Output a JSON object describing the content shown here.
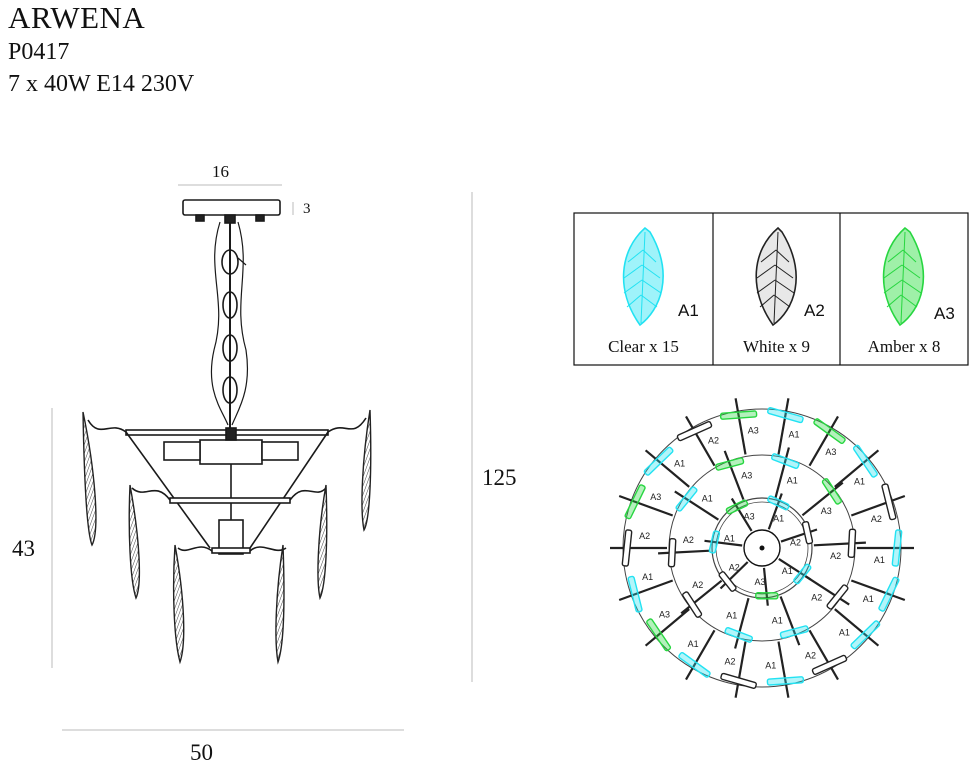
{
  "product": {
    "name": "ARWENA",
    "code": "P0417",
    "spec": "7 x 40W E14 230V"
  },
  "dimensions": {
    "canopy_width": "16",
    "canopy_height": "3",
    "body_height": "43",
    "total_height": "125",
    "diameter": "50"
  },
  "legend": {
    "items": [
      {
        "code": "A1",
        "label": "Clear  x 15",
        "color": "#22e2f2"
      },
      {
        "code": "A2",
        "label": "White x 9",
        "color": "#222222"
      },
      {
        "code": "A3",
        "label": "Amber x 8",
        "color": "#27d640"
      }
    ]
  },
  "plan_view": {
    "outer_ring": [
      "A1",
      "A3",
      "A1",
      "A2",
      "A1",
      "A1",
      "A1",
      "A2",
      "A1",
      "A2",
      "A1",
      "A3",
      "A1",
      "A2",
      "A3",
      "A1",
      "A2",
      "A3"
    ],
    "middle_ring": [
      "A1",
      "A3",
      "A2",
      "A2",
      "A1",
      "A1",
      "A2",
      "A2",
      "A1",
      "A3"
    ],
    "inner_ring": [
      "A1",
      "A2",
      "A1",
      "A3",
      "A2",
      "A1",
      "A3"
    ]
  }
}
